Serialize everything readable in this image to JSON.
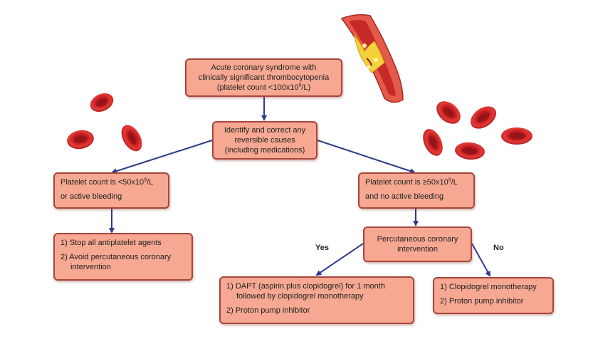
{
  "colors": {
    "box_fill": "#f6a892",
    "box_border": "#a8453a",
    "arrow": "#2e3a8c",
    "blood_cell": "#d8262a"
  },
  "icons": [
    "red-blood-cell-icon",
    "artery-plaque-icon"
  ],
  "nodes": {
    "root": {
      "line1": "Acute coronary syndrome with",
      "line2": "clinically significant thrombocytopenia",
      "line3_pre": "(platelet count <100x10",
      "line3_sup": "9",
      "line3_post": "/L)"
    },
    "identify": {
      "line1": "Identify and correct any",
      "line2": "reversible causes",
      "line3": "(including medications)"
    },
    "low": {
      "line1_pre": "Platelet count is <50x10",
      "line1_sup": "9",
      "line1_post": "/L",
      "line2": "or active bleeding"
    },
    "high": {
      "line1_pre": "Platelet count is ≥50x10",
      "line1_sup": "9",
      "line1_post": "/L",
      "line2": "and no active bleeding"
    },
    "stop": {
      "item1": "1)  Stop all antiplatelet agents",
      "item2a": "2)  Avoid percutaneous coronary",
      "item2b": "intervention"
    },
    "pci": {
      "line1": "Percutaneous coronary",
      "line2": "intervention"
    },
    "dapt": {
      "item1a": "1)  DAPT (aspirin plus clopidogrel) for 1 month",
      "item1b": "followed by clopidogrel monotherapy",
      "item2": "2)  Proton pump inhibitor"
    },
    "mono": {
      "item1": "1)  Clopidogrel monotherapy",
      "item2": "2)  Proton pump inhibitor"
    }
  },
  "edge_labels": {
    "yes": "Yes",
    "no": "No"
  }
}
